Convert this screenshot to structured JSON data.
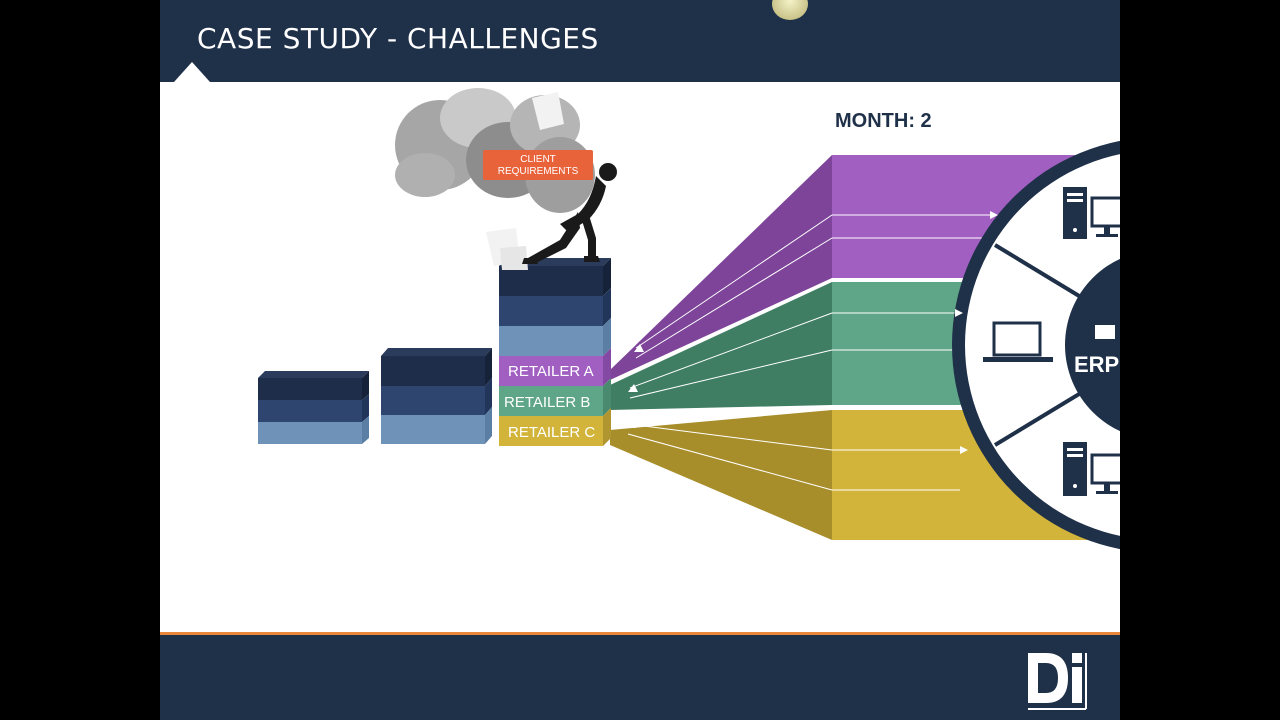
{
  "slide": {
    "title": "CASE STUDY - CHALLENGES",
    "month_label": "MONTH: 2"
  },
  "cloud": {
    "label_line1": "CLIENT",
    "label_line2": "REQUIREMENTS"
  },
  "retailers": [
    {
      "label": "RETAILER A",
      "color": "#a15fc2"
    },
    {
      "label": "RETAILER B",
      "color": "#5fa587"
    },
    {
      "label": "RETAILER C",
      "color": "#d2b43a"
    }
  ],
  "erp": {
    "label": "ERP"
  },
  "logo": {
    "text": "Di"
  },
  "colors": {
    "header": "#1f3049",
    "accent": "#e8873a",
    "dark_block": "#1e2d4a",
    "mid_block": "#2e4570",
    "light_block": "#6e92b8"
  }
}
